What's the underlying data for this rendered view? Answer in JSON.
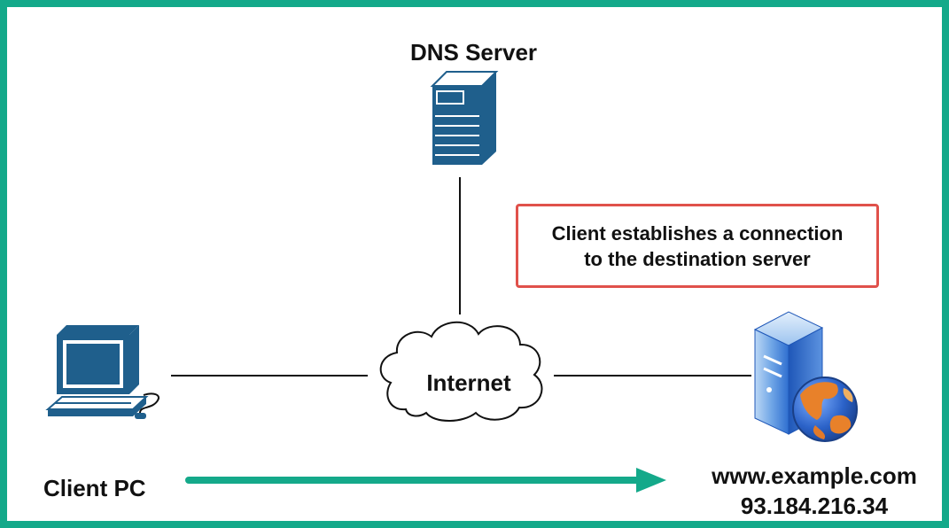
{
  "nodes": {
    "dns_server": {
      "label": "DNS Server"
    },
    "client_pc": {
      "label": "Client PC"
    },
    "internet": {
      "label": "Internet"
    },
    "destination": {
      "hostname": "www.example.com",
      "ip": "93.184.216.34"
    }
  },
  "callout": {
    "line1": "Client establishes a connection",
    "line2": "to the destination server"
  },
  "icons": {
    "dns": "server-tower-icon",
    "client": "desktop-computer-icon",
    "internet": "cloud-icon",
    "destination": "web-server-globe-icon",
    "flow": "arrow-right-icon"
  },
  "colors": {
    "frame": "#14a98a",
    "arrow": "#14a98a",
    "device": "#1f5f8c",
    "callout_border": "#e0514b",
    "globe_orange": "#e8812a",
    "globe_blue": "#2b62c8"
  }
}
